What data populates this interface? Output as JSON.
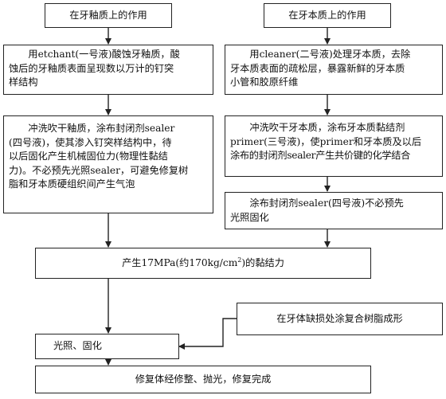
{
  "left_column": {
    "header": "在牙釉质上的作用",
    "step1": [
      "用etchant(一号液)酸蚀牙釉质，酸",
      "蚀后的牙釉质表面呈现数以万计的钉突",
      "样结构"
    ],
    "step2": [
      "冲洗吹干釉质，涂布封闭剂sealer",
      "(四号液)，使其渗入钉突样结构中，待",
      "以后固化产生机械固位力(物理性黏结",
      "力)。不必预先光照sealer，可避免修复树",
      "脂和牙本质硬组织间产生气泡"
    ]
  },
  "right_column": {
    "header": "在牙本质上的作用",
    "step1": [
      "用cleaner(二号液)处理牙本质，去除",
      "牙本质表面的疏松层，暴露新鲜的牙本质",
      "小管和胶原纤维"
    ],
    "step2": [
      "冲洗吹干牙本质，涂布牙本质黏结剂",
      "primer(三号液)，使primer和牙本质及以后",
      "涂布的封闭剂sealer产生共价键的化学结合"
    ],
    "step3": [
      "涂布封闭剂sealer(四号液)不必预先",
      "光照固化"
    ]
  },
  "bond_force": {
    "prefix": "产生17MPa(约170kg/cm",
    "sup": "2",
    "suffix": ")的黏结力"
  },
  "resin_fill": "在牙体缺损处涂复合树脂成形",
  "cure": "光照、固化",
  "finish": "修复体经修整、抛光，修复完成"
}
